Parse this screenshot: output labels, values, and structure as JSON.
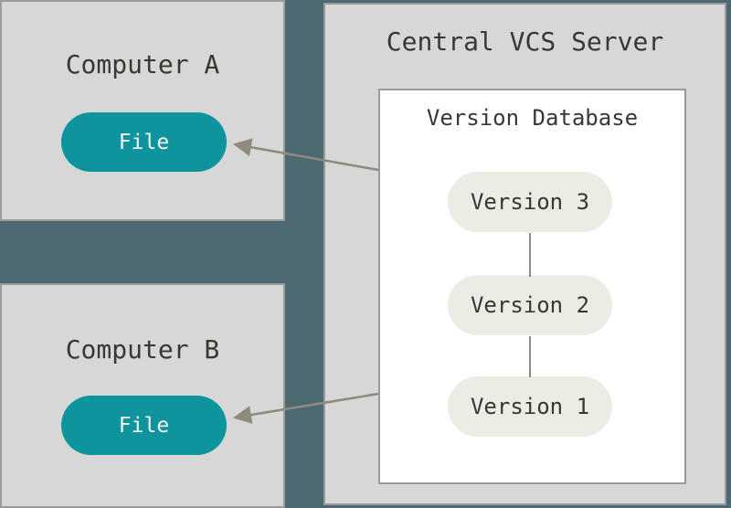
{
  "diagram": {
    "title_semantic": "Centralized version control system diagram",
    "computer_a": {
      "title": "Computer A",
      "file_label": "File"
    },
    "computer_b": {
      "title": "Computer B",
      "file_label": "File"
    },
    "server": {
      "title": "Central VCS Server",
      "database": {
        "title": "Version Database",
        "versions": [
          "Version 3",
          "Version 2",
          "Version 1"
        ]
      }
    },
    "connections": [
      {
        "from": "version-database",
        "to": "computer-a-file",
        "style": "arrow"
      },
      {
        "from": "version-database",
        "to": "computer-b-file",
        "style": "arrow"
      },
      {
        "from": "version-3",
        "to": "version-2",
        "style": "line"
      },
      {
        "from": "version-2",
        "to": "version-1",
        "style": "line"
      }
    ],
    "colors": {
      "background": "#4d6a73",
      "box_fill": "#d7d7d7",
      "box_border": "#9b9b9b",
      "database_fill": "#ffffff",
      "file_pill_fill": "#0e949d",
      "file_pill_text": "#f5f4f1",
      "version_pill_fill": "#ecebe4",
      "text": "#3a3733",
      "arrow": "#8f897e",
      "connector_line": "#8c8c8c"
    }
  }
}
